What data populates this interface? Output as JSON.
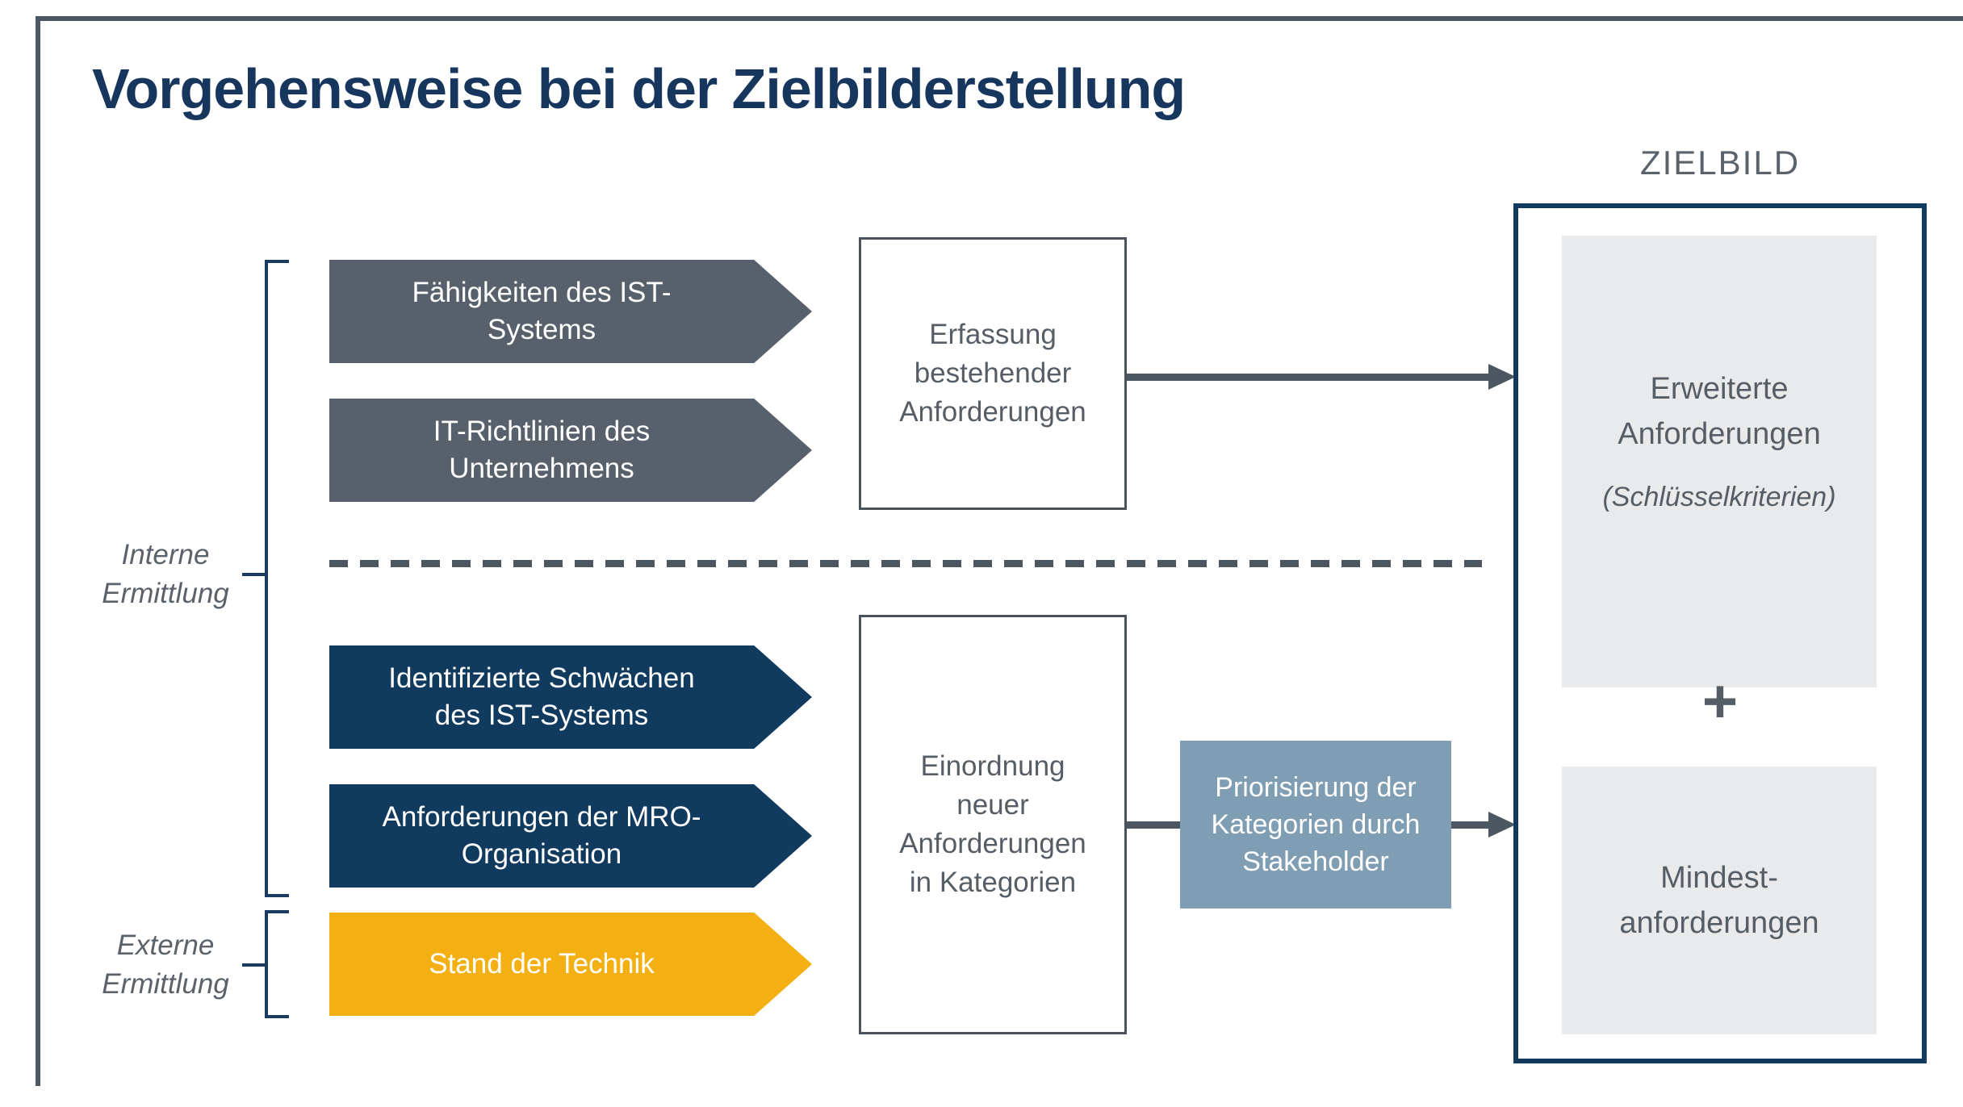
{
  "title": "Vorgehensweise bei der Zielbilderstellung",
  "side_groups": {
    "interne": {
      "line1": "Interne",
      "line2": "Ermittlung"
    },
    "externe": {
      "line1": "Externe",
      "line2": "Ermittlung"
    }
  },
  "chevrons": [
    {
      "name": "faehigkeiten-ist",
      "lines": [
        "Fähigkeiten des IST-",
        "Systems"
      ],
      "color": "#58616B"
    },
    {
      "name": "it-richtlinien",
      "lines": [
        "IT-Richtlinien des",
        "Unternehmens"
      ],
      "color": "#58616B"
    },
    {
      "name": "identifizierte-schwaechen",
      "lines": [
        "Identifizierte Schwächen",
        "des IST-Systems"
      ],
      "color": "#113A5F"
    },
    {
      "name": "anforderungen-mro",
      "lines": [
        "Anforderungen der MRO-",
        "Organisation"
      ],
      "color": "#113A5F"
    },
    {
      "name": "stand-der-technik",
      "lines": [
        "Stand der Technik"
      ],
      "color": "#F4B013"
    }
  ],
  "process": {
    "erfassung": {
      "line1": "Erfassung",
      "line2": "bestehender",
      "line3": "Anforderungen"
    },
    "einordnung": {
      "line1": "Einordnung",
      "line2": "neuer",
      "line3": "Anforderungen",
      "line4": "in Kategorien"
    },
    "priorisierung": {
      "line1": "Priorisierung der",
      "line2": "Kategorien durch",
      "line3": "Stakeholder"
    }
  },
  "zielbild": {
    "label": "ZIELBILD",
    "erweiterte": {
      "line1": "Erweiterte",
      "line2": "Anforderungen",
      "note": "(Schlüsselkriterien)"
    },
    "plus": "+",
    "mindest": {
      "line1": "Mindest-",
      "line2": "anforderungen"
    }
  },
  "colors": {
    "title_navy": "#17365D",
    "frame_gray": "#4D5761",
    "bracket_navy": "#1B3C60",
    "label_gray": "#5A626C",
    "chevron_gray": "#58616B",
    "chevron_navy": "#113A5F",
    "chevron_yellow": "#F4B013",
    "stakeholder_blue": "#7F9DB3",
    "connector_gray": "#4C5762",
    "text_gray": "#555E67",
    "panel_gray": "#E9EAEB",
    "zielbild_border": "#123A5E",
    "box_border": "#4A525C"
  }
}
